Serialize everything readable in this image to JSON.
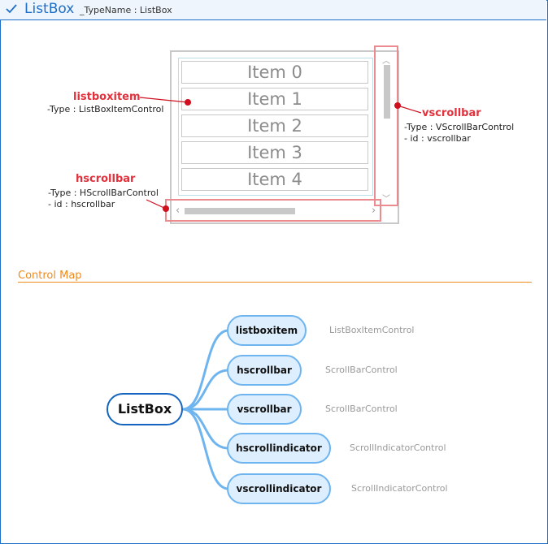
{
  "header": {
    "title": "ListBox",
    "typename": "_TypeName : ListBox"
  },
  "listbox": {
    "items": [
      "Item 0",
      "Item 1",
      "Item 2",
      "Item 3",
      "Item 4"
    ]
  },
  "callouts": {
    "listboxitem": {
      "name": "listboxitem",
      "type": "-Type : ListBoxItemControl"
    },
    "hscrollbar": {
      "name": "hscrollbar",
      "type": "-Type : HScrollBarControl",
      "id": "- id : hscrollbar"
    },
    "vscrollbar": {
      "name": "vscrollbar",
      "type": "-Type : VScrollBarControl",
      "id": "- id : vscrollbar"
    }
  },
  "control_map": {
    "title": "Control Map",
    "root": "ListBox",
    "children": [
      {
        "name": "listboxitem",
        "type": "ListBoxItemControl"
      },
      {
        "name": "hscrollbar",
        "type": "ScrollBarControl"
      },
      {
        "name": "vscrollbar",
        "type": "ScrollBarControl"
      },
      {
        "name": "hscrollindicator",
        "type": "ScrollIndicatorControl"
      },
      {
        "name": "vscrollindicator",
        "type": "ScrollIndicatorControl"
      }
    ]
  },
  "colors": {
    "accent": "#1e6fc8",
    "callout": "#e0323c",
    "section": "#f08a1c",
    "node_border": "#6eb4ef",
    "node_fill": "#ddeefe"
  }
}
